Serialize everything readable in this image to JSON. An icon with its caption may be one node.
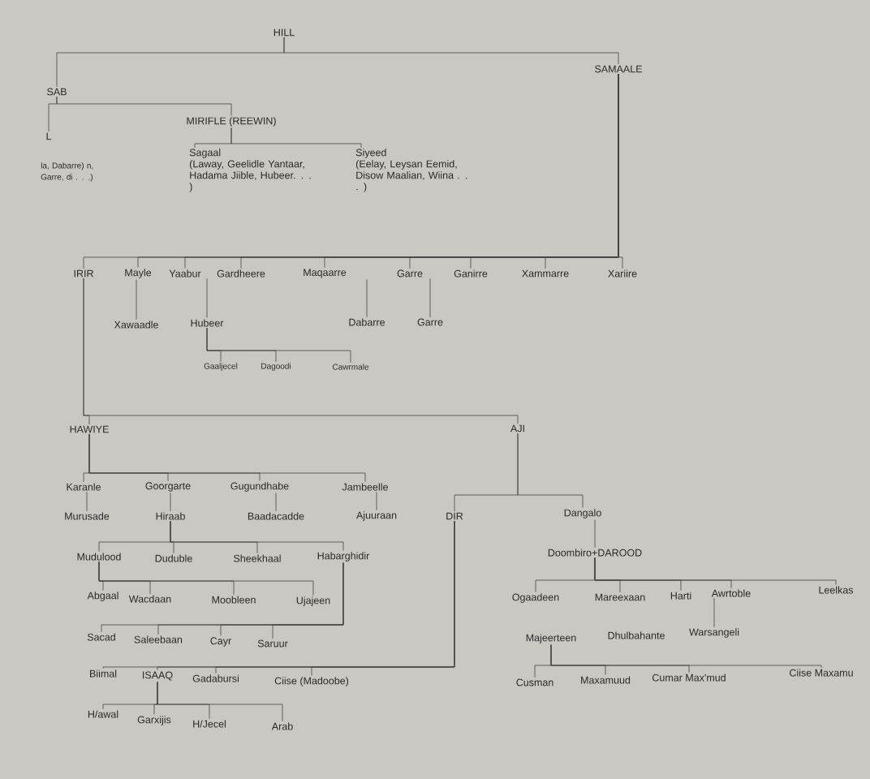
{
  "diagram": {
    "nodes": [
      {
        "text": [
          "HILL"
        ]
      },
      {
        "text": [
          "SAB"
        ]
      },
      {
        "text": [
          "SAMAALE"
        ]
      },
      {
        "text": [
          "L"
        ]
      },
      {
        "text": [
          "MIRIFLE (REEWIN)"
        ]
      },
      {
        "text": [
          "Sagaal",
          "(Laway, Geelidle Yantaar, Hadama Jiible, Hubeer. . . )"
        ]
      },
      {
        "text": [
          "Siyeed",
          "(Eelay, Leysan Eemid, Disow Maalian, Wiina . . . )"
        ]
      },
      {
        "text": [
          "IRIR"
        ]
      },
      {
        "text": [
          "Mayle"
        ]
      },
      {
        "text": [
          "Yaabur"
        ]
      },
      {
        "text": [
          "Gardheere"
        ]
      },
      {
        "text": [
          "Maqaarre"
        ]
      },
      {
        "text": [
          "Garre"
        ]
      },
      {
        "text": [
          "Ganirre"
        ]
      },
      {
        "text": [
          "Xammarre"
        ]
      },
      {
        "text": [
          "Xariire"
        ]
      },
      {
        "text": [
          "Xawaadle"
        ]
      },
      {
        "text": [
          "Hubeer"
        ]
      },
      {
        "text": [
          "Dabarre"
        ]
      },
      {
        "text": [
          "Garre"
        ]
      },
      {
        "text": [
          "Gaaljecel"
        ]
      },
      {
        "text": [
          "Dagoodi"
        ]
      },
      {
        "text": [
          "Cawrmale"
        ]
      },
      {
        "text": [
          "HAWIYE"
        ]
      },
      {
        "text": [
          "AJI"
        ]
      },
      {
        "text": [
          "Karanle"
        ]
      },
      {
        "text": [
          "Goorgarte"
        ]
      },
      {
        "text": [
          "Gugundhabe"
        ]
      },
      {
        "text": [
          "Jambeelle"
        ]
      },
      {
        "text": [
          "Murusade"
        ]
      },
      {
        "text": [
          "Hiraab"
        ]
      },
      {
        "text": [
          "Baadacadde"
        ]
      },
      {
        "text": [
          "Ajuuraan"
        ]
      },
      {
        "text": [
          "DIR"
        ]
      },
      {
        "text": [
          "Dangalo"
        ]
      },
      {
        "text": [
          "Mudulood"
        ]
      },
      {
        "text": [
          "Duduble"
        ]
      },
      {
        "text": [
          "Sheekhaal"
        ]
      },
      {
        "text": [
          "Habarghidir"
        ]
      },
      {
        "text": [
          "Doombiro+DAROOD"
        ]
      },
      {
        "text": [
          "Abgaal"
        ]
      },
      {
        "text": [
          "Wacdaan"
        ]
      },
      {
        "text": [
          "Moobleen"
        ]
      },
      {
        "text": [
          "Ujajeen"
        ]
      },
      {
        "text": [
          "Ogaadeen"
        ]
      },
      {
        "text": [
          "Mareexaan"
        ]
      },
      {
        "text": [
          "Harti"
        ]
      },
      {
        "text": [
          "Awrtoble"
        ]
      },
      {
        "text": [
          "Leelkas"
        ]
      },
      {
        "text": [
          "Sacad"
        ]
      },
      {
        "text": [
          "Saleebaan"
        ]
      },
      {
        "text": [
          "Cayr"
        ]
      },
      {
        "text": [
          "Saruur"
        ]
      },
      {
        "text": [
          "Majeerteen"
        ]
      },
      {
        "text": [
          "Warsangeli"
        ]
      },
      {
        "text": [
          "Biimal"
        ]
      },
      {
        "text": [
          "ISAAQ"
        ]
      },
      {
        "text": [
          "Gadabursi"
        ]
      },
      {
        "text": [
          "Ciise (Madoobe)"
        ]
      },
      {
        "text": [
          "Cusman"
        ]
      },
      {
        "text": [
          "Maxamuud"
        ]
      },
      {
        "text": [
          "Cumar Max'mud"
        ]
      },
      {
        "text": [
          "Ciise Maxamu"
        ]
      },
      {
        "text": [
          "H/awal"
        ]
      },
      {
        "text": [
          "Garxijis"
        ]
      },
      {
        "text": [
          "H/Jecel"
        ]
      },
      {
        "text": [
          "Arab"
        ]
      }
    ],
    "edges": [
      {
        "from": 0,
        "to": 1,
        "arrow": "none"
      },
      {
        "from": 0,
        "to": 2,
        "arrow": "none"
      },
      {
        "from": 1,
        "to": 3,
        "arrow": "none"
      },
      {
        "from": 1,
        "to": 4,
        "arrow": "none"
      },
      {
        "from": 4,
        "to": 5,
        "arrow": "none"
      },
      {
        "from": 4,
        "to": 6,
        "arrow": "none"
      },
      {
        "from": 2,
        "to": 7,
        "arrow": "none"
      },
      {
        "from": 2,
        "to": 8,
        "arrow": "none"
      },
      {
        "from": 2,
        "to": 9,
        "arrow": "none"
      },
      {
        "from": 2,
        "to": 10,
        "arrow": "none"
      },
      {
        "from": 2,
        "to": 11,
        "arrow": "none"
      },
      {
        "from": 2,
        "to": 12,
        "arrow": "none"
      },
      {
        "from": 2,
        "to": 13,
        "arrow": "none"
      },
      {
        "from": 2,
        "to": 14,
        "arrow": "none"
      },
      {
        "from": 2,
        "to": 15,
        "arrow": "none"
      },
      {
        "from": 8,
        "to": 16,
        "arrow": "none"
      },
      {
        "from": 9,
        "to": 17,
        "arrow": "none"
      },
      {
        "from": 11,
        "to": 18,
        "arrow": "none"
      },
      {
        "from": 12,
        "to": 19,
        "arrow": "none"
      },
      {
        "from": 17,
        "to": 20,
        "arrow": "none"
      },
      {
        "from": 17,
        "to": 21,
        "arrow": "none"
      },
      {
        "from": 17,
        "to": 22,
        "arrow": "none"
      },
      {
        "from": 7,
        "to": 23,
        "arrow": "none"
      },
      {
        "from": 7,
        "to": 24,
        "arrow": "none"
      },
      {
        "from": 23,
        "to": 25,
        "arrow": "none"
      },
      {
        "from": 23,
        "to": 26,
        "arrow": "none"
      },
      {
        "from": 23,
        "to": 27,
        "arrow": "none"
      },
      {
        "from": 23,
        "to": 28,
        "arrow": "none"
      },
      {
        "from": 25,
        "to": 29,
        "arrow": "none"
      },
      {
        "from": 26,
        "to": 30,
        "arrow": "none"
      },
      {
        "from": 27,
        "to": 31,
        "arrow": "none"
      },
      {
        "from": 28,
        "to": 32,
        "arrow": "none"
      },
      {
        "from": 24,
        "to": 33,
        "arrow": "none"
      },
      {
        "from": 24,
        "to": 34,
        "arrow": "none"
      },
      {
        "from": 30,
        "to": 35,
        "arrow": "none"
      },
      {
        "from": 30,
        "to": 36,
        "arrow": "none"
      },
      {
        "from": 30,
        "to": 37,
        "arrow": "none"
      },
      {
        "from": 30,
        "to": 38,
        "arrow": "none"
      },
      {
        "from": 34,
        "to": 39,
        "arrow": "none"
      },
      {
        "from": 35,
        "to": 40,
        "arrow": "none"
      },
      {
        "from": 35,
        "to": 41,
        "arrow": "none"
      },
      {
        "from": 35,
        "to": 42,
        "arrow": "none"
      },
      {
        "from": 35,
        "to": 43,
        "arrow": "none"
      },
      {
        "from": 39,
        "to": 44,
        "arrow": "none"
      },
      {
        "from": 39,
        "to": 45,
        "arrow": "none"
      },
      {
        "from": 39,
        "to": 46,
        "arrow": "none"
      },
      {
        "from": 39,
        "to": 47,
        "arrow": "none"
      },
      {
        "from": 39,
        "to": 48,
        "arrow": "none"
      },
      {
        "from": 38,
        "to": 49,
        "arrow": "none"
      },
      {
        "from": 38,
        "to": 50,
        "arrow": "none"
      },
      {
        "from": 38,
        "to": 51,
        "arrow": "none"
      },
      {
        "from": 38,
        "to": 52,
        "arrow": "none"
      },
      {
        "from": 47,
        "to": 54,
        "arrow": "none"
      },
      {
        "from": 33,
        "to": 55,
        "arrow": "none"
      },
      {
        "from": 33,
        "to": 56,
        "arrow": "none"
      },
      {
        "from": 33,
        "to": 57,
        "arrow": "none"
      },
      {
        "from": 33,
        "to": 58,
        "arrow": "none"
      },
      {
        "from": 53,
        "to": 59,
        "arrow": "none"
      },
      {
        "from": 53,
        "to": 60,
        "arrow": "none"
      },
      {
        "from": 53,
        "to": 61,
        "arrow": "none"
      },
      {
        "from": 53,
        "to": 62,
        "arrow": "none"
      },
      {
        "from": 56,
        "to": 63,
        "arrow": "none"
      },
      {
        "from": 56,
        "to": 64,
        "arrow": "none"
      },
      {
        "from": 56,
        "to": 65,
        "arrow": "none"
      },
      {
        "from": 56,
        "to": 66,
        "arrow": "none"
      }
    ],
    "labels": [
      "la, Dabarre) n, Garre, di . . .)",
      "Dhulbahante"
    ]
  }
}
